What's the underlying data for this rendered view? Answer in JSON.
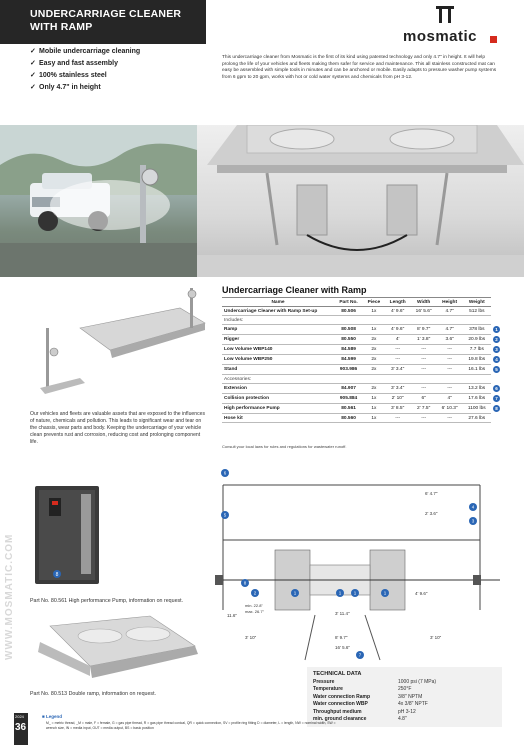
{
  "header": {
    "title_line1": "UNDERCARRIAGE CLEANER",
    "title_line2": "WITH RAMP",
    "brand": "mosmatic"
  },
  "features": [
    "Mobile undercarriage cleaning",
    "Easy and fast assembly",
    "100% stainless steel",
    "Only 4.7\" in height"
  ],
  "intro": "This undercarriage cleaner from Mosmatic is the first of its kind using patented technology and only 4.7\" in height. It will help prolong the life of your vehicles and fleets making them safer for service and maintenance. This all stainless constructed mat can easy be assembled with simple tools in minutes and can be anchored or mobile. Easily adapts to pressure washer pump systems from 6 gpm to 20 gpm, works with hot or cold water systems and chemicals from pH 3-12.",
  "sidebar_url": "WWW.MOSMATIC.COM",
  "spec": {
    "title": "Undercarriage Cleaner with Ramp",
    "columns": [
      "Name",
      "Part No.",
      "Piece",
      "Length",
      "Width",
      "Height",
      "Weight"
    ],
    "main_row": [
      "Undercarriage Cleaner with Ramp Set-up",
      "80.506",
      "1x",
      "4' 9.6\"",
      "16' 5.6\"",
      "4.7\"",
      "512 lbs"
    ],
    "includes_label": "Includes:",
    "includes": [
      {
        "cells": [
          "Ramp",
          "80.508",
          "1x",
          "4' 9.6\"",
          "8' 9.7\"",
          "4.7\"",
          "378 lbs"
        ],
        "badge": "1"
      },
      {
        "cells": [
          "Rigger",
          "80.550",
          "2x",
          "4'",
          "1' 3.8\"",
          "3.6\"",
          "20.9 lbs"
        ],
        "badge": "2"
      },
      {
        "cells": [
          "Low Volume WBP140",
          "84.589",
          "2x",
          "---",
          "---",
          "---",
          "7.7 lbs"
        ],
        "badge": "3"
      },
      {
        "cells": [
          "Low Volume WBP250",
          "84.599",
          "2x",
          "---",
          "---",
          "---",
          "19.8 lbs"
        ],
        "badge": "4"
      },
      {
        "cells": [
          "Stand",
          "903.986",
          "2x",
          "3' 3.4\"",
          "---",
          "---",
          "16.1 lbs"
        ],
        "badge": "5"
      }
    ],
    "accessories_label": "Accessories:",
    "accessories": [
      {
        "cells": [
          "Extension",
          "84.907",
          "2x",
          "3' 3.4\"",
          "---",
          "---",
          "13.2 lbs"
        ],
        "badge": "6"
      },
      {
        "cells": [
          "Collision protection",
          "905.884",
          "1x",
          "2' 10\"",
          "6\"",
          "4\"",
          "17.6 lbs"
        ],
        "badge": "7"
      },
      {
        "cells": [
          "High performance Pump",
          "80.561",
          "1x",
          "3' 8.5\"",
          "2' 7.5\"",
          "6' 10.3\"",
          "1100 lbs"
        ],
        "badge": "8"
      },
      {
        "cells": [
          "Hose kit",
          "80.560",
          "1x",
          "---",
          "---",
          "---",
          "27.6 lbs"
        ],
        "badge": ""
      }
    ],
    "note": "Consult your local laws for rules and regulations for wastewater runoff."
  },
  "body_text": "Our vehicles and fleets are valuable assets that are exposed to the influences of nature, chemicals and pollution. This leads to significant wear and tear on the chassis, wear parts and body. Keeping the undercarriage of your vehicle clean prevents rust and corrosion, reducing cost and prolonging component life.",
  "captions": {
    "pump": "Part No. 80.561 High performance Pump, information on request.",
    "double_ramp": "Part No. 80.513 Double ramp, information on request."
  },
  "diagram": {
    "dims": [
      "6' 4.7\"",
      "2' 3.6\"",
      "11.6\"",
      "4' 9.6\"",
      "3' 11.4\"",
      "3' 10\"",
      "8' 9.7\"",
      "3' 10\"",
      "16' 5.6\"",
      "min. 22.8\"",
      "max. 26.7\""
    ],
    "badges": [
      "6",
      "4",
      "3",
      "2",
      "1",
      "1",
      "1",
      "1",
      "5",
      "7",
      "8"
    ]
  },
  "tech": {
    "heading": "TECHNICAL DATA",
    "rows": [
      {
        "k": "Pressure",
        "v": "1000 psi (7 MPa)"
      },
      {
        "k": "Temperature",
        "v": "250°F"
      },
      {
        "k": "Water connection Ramp",
        "v": "3/8\" NPTM"
      },
      {
        "k": "Water connection WBP",
        "v": "4x 3/8\" NPTF"
      },
      {
        "k": "Throughput medium",
        "v": "pH 3-12"
      },
      {
        "k": "min. ground clearance",
        "v": "4.8\""
      }
    ]
  },
  "page": {
    "number": "36",
    "tag": "2024"
  },
  "legend": {
    "title": "Legend",
    "text": "M_ = metric thread, _M = male, F = female, G = gas pipe thread, R = gas pipe thread conical, QR = quick connection, SV = profile ring fitting D = diameter, L = length, NW = nominal width, SW = wrench size, IN = media input, OUT = media output, BS = basic position"
  },
  "colors": {
    "accent": "#2a66b5",
    "dark": "#262626",
    "swiss_red": "#d52b1e"
  }
}
